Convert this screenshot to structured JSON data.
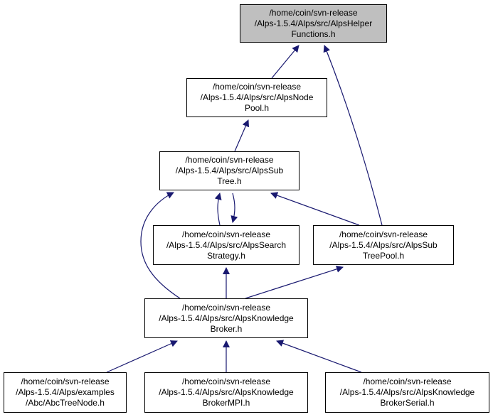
{
  "colors": {
    "edge": "#191970",
    "highlight_fill": "#bfbfbf",
    "node_border": "#000000"
  },
  "nodes": {
    "helper": {
      "lines": [
        "/home/coin/svn-release",
        "/Alps-1.5.4/Alps/src/AlpsHelper",
        "Functions.h"
      ],
      "highlight": true
    },
    "nodepool": {
      "lines": [
        "/home/coin/svn-release",
        "/Alps-1.5.4/Alps/src/AlpsNode",
        "Pool.h"
      ]
    },
    "subtree": {
      "lines": [
        "/home/coin/svn-release",
        "/Alps-1.5.4/Alps/src/AlpsSub",
        "Tree.h"
      ]
    },
    "search": {
      "lines": [
        "/home/coin/svn-release",
        "/Alps-1.5.4/Alps/src/AlpsSearch",
        "Strategy.h"
      ]
    },
    "subtreepool": {
      "lines": [
        "/home/coin/svn-release",
        "/Alps-1.5.4/Alps/src/AlpsSub",
        "TreePool.h"
      ]
    },
    "broker": {
      "lines": [
        "/home/coin/svn-release",
        "/Alps-1.5.4/Alps/src/AlpsKnowledge",
        "Broker.h"
      ]
    },
    "abctree": {
      "lines": [
        "/home/coin/svn-release",
        "/Alps-1.5.4/Alps/examples",
        "/Abc/AbcTreeNode.h"
      ]
    },
    "brokermpi": {
      "lines": [
        "/home/coin/svn-release",
        "/Alps-1.5.4/Alps/src/AlpsKnowledge",
        "BrokerMPI.h"
      ]
    },
    "brokerserial": {
      "lines": [
        "/home/coin/svn-release",
        "/Alps-1.5.4/Alps/src/AlpsKnowledge",
        "BrokerSerial.h"
      ]
    }
  },
  "edges": [
    {
      "from": "nodepool",
      "to": "helper"
    },
    {
      "from": "subtreepool",
      "to": "helper"
    },
    {
      "from": "subtree",
      "to": "nodepool"
    },
    {
      "from": "search",
      "to": "subtree"
    },
    {
      "from": "subtree",
      "to": "search"
    },
    {
      "from": "subtreepool",
      "to": "subtree"
    },
    {
      "from": "broker",
      "to": "subtree"
    },
    {
      "from": "broker",
      "to": "search"
    },
    {
      "from": "broker",
      "to": "subtreepool"
    },
    {
      "from": "abctree",
      "to": "broker"
    },
    {
      "from": "brokermpi",
      "to": "broker"
    },
    {
      "from": "brokerserial",
      "to": "broker"
    }
  ]
}
